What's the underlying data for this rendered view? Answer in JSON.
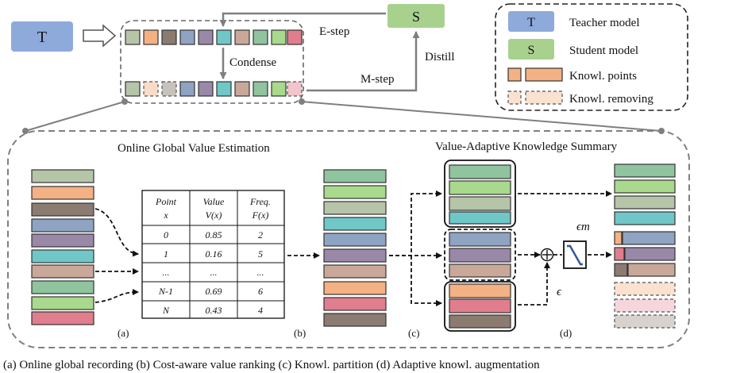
{
  "top": {
    "teacher_label": "T",
    "student_label": "S",
    "condense": "Condense",
    "e_step": "E-step",
    "m_step": "M-step",
    "distill": "Distill"
  },
  "legend": {
    "teacher": "Teacher model",
    "student": "Student model",
    "points": "Knowl. points",
    "removing": "Knowl. removing"
  },
  "panel": {
    "title_left": "Online Global Value Estimation",
    "title_right": "Value-Adaptive Knowledge Summary",
    "label_a": "(a)",
    "label_b": "(b)",
    "label_c": "(c)",
    "label_d": "(d)",
    "eps_m": "ϵm",
    "eps": "ϵ"
  },
  "table": {
    "headers": [
      {
        "l1": "Point",
        "l2": "x"
      },
      {
        "l1": "Value",
        "l2": "V(x)"
      },
      {
        "l1": "Freq.",
        "l2": "F(x)"
      }
    ],
    "rows": [
      [
        "0",
        "0.85",
        "2"
      ],
      [
        "1",
        "0.16",
        "5"
      ],
      [
        "...",
        "...",
        "..."
      ],
      [
        "N-1",
        "0.69",
        "6"
      ],
      [
        "N",
        "0.43",
        "4"
      ]
    ]
  },
  "caption": "(a) Online global recording  (b) Cost-aware value ranking  (c) Knowl. partition  (d) Adaptive knowl. augmentation",
  "colors": {
    "teacher": "#8eaadb",
    "student": "#a9d18e",
    "gray_green": "#b6c4a8",
    "orange": "#f4b183",
    "taupe": "#8b7b70",
    "slate": "#8fa3c2",
    "purple": "#9a88a8",
    "teal": "#6fc7c7",
    "rose": "#c9a89a",
    "mid_green": "#8fc49e",
    "pink": "#e07e8d",
    "light_green": "#a8d98c"
  }
}
